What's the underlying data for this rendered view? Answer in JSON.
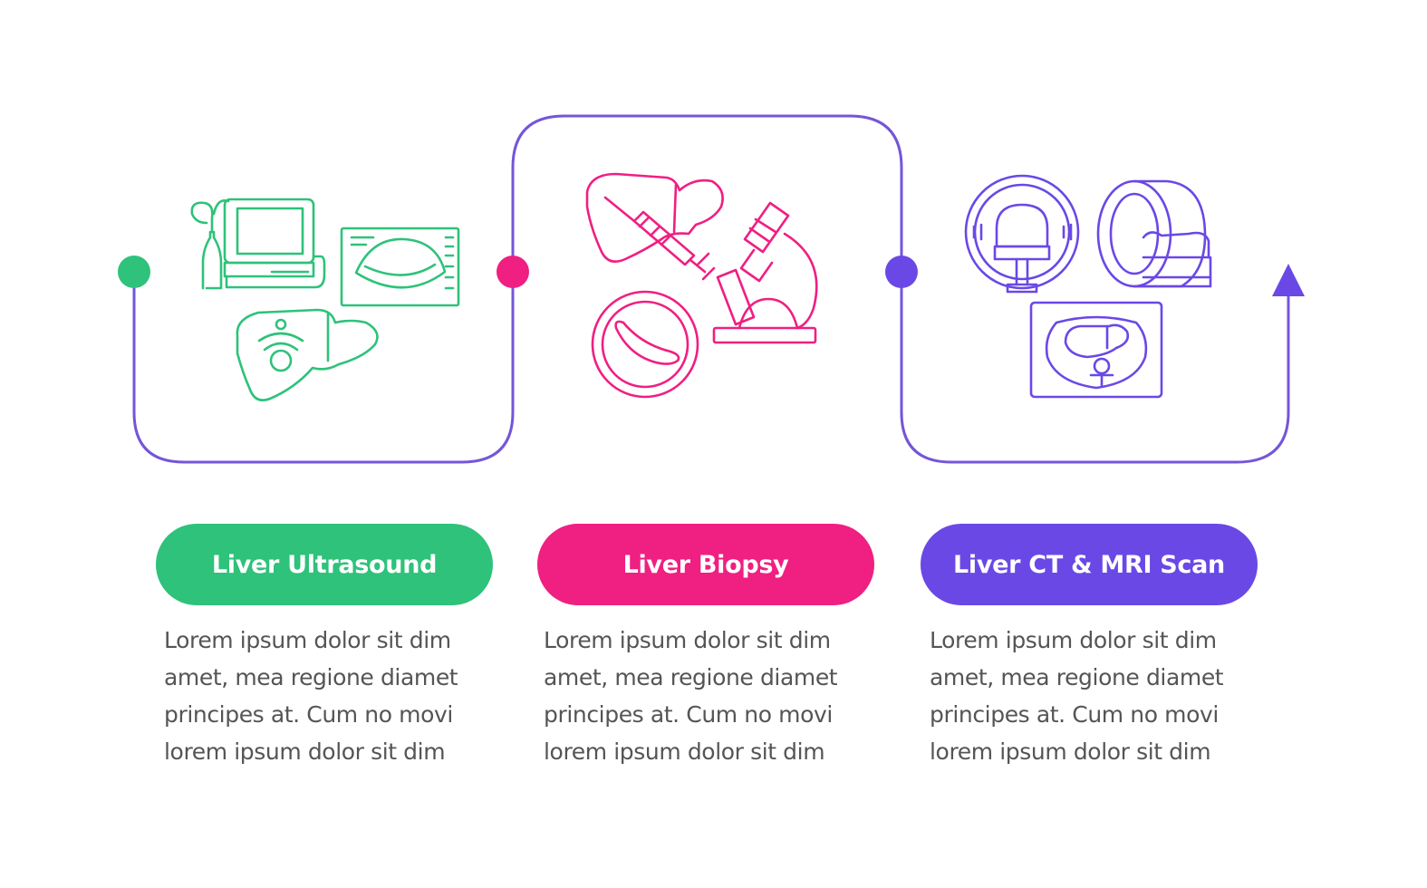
{
  "colors": {
    "line": "#7456d8",
    "green": "#2ec27a",
    "pink": "#f01f82",
    "purple": "#6a48e6",
    "text": "#555555"
  },
  "steps": [
    {
      "title": "Liver Ultrasound",
      "icon": "liver-ultrasound-icon",
      "color": "#2ec27a",
      "lines": [
        "Lorem ipsum dolor sit dim",
        "amet, mea regione diamet",
        "principes at. Cum no movi",
        "lorem ipsum dolor sit dim"
      ]
    },
    {
      "title": "Liver Biopsy",
      "icon": "liver-biopsy-icon",
      "color": "#f01f82",
      "lines": [
        "Lorem ipsum dolor sit dim",
        "amet, mea regione diamet",
        "principes at. Cum no movi",
        "lorem ipsum dolor sit dim"
      ]
    },
    {
      "title": "Liver CT & MRI Scan",
      "icon": "ct-mri-scan-icon",
      "color": "#6a48e6",
      "lines": [
        "Lorem ipsum dolor sit dim",
        "amet, mea regione diamet",
        "principes at. Cum no movi",
        "lorem ipsum dolor sit dim"
      ]
    }
  ]
}
